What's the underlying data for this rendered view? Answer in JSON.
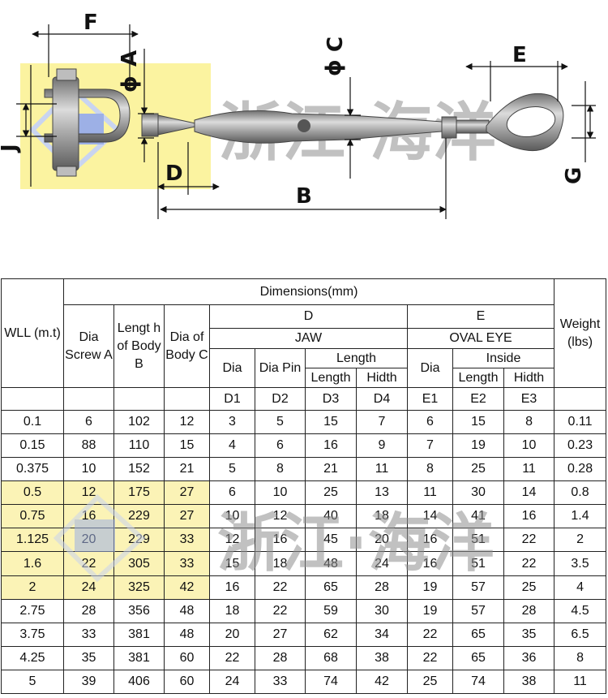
{
  "diagram": {
    "labels": {
      "F": "F",
      "A": "A",
      "C": "C",
      "E": "E",
      "J": "J",
      "D": "D",
      "B": "B",
      "G": "G",
      "phi": "ϕ"
    },
    "watermark": "浙江·海洋",
    "logo_color": "#fbf3a0"
  },
  "table": {
    "headers": {
      "wll": "WLL (m.t)",
      "dimensions": "Dimensions(mm)",
      "dia_screw": "Dia Screw A",
      "length_body": "Lengt h of Body B",
      "dia_body": "Dia of Body C",
      "d": "D",
      "jaw": "JAW",
      "dia": "Dia",
      "dia_pin": "Dia Pin",
      "length": "Length",
      "length_sub": "Length",
      "hidth": "Hidth",
      "e": "E",
      "oval_eye": "OVAL EYE",
      "e_dia": "Dia",
      "inside": "Inside",
      "e_length": "Length",
      "e_hidth": "Hidth",
      "weight": "Weight (lbs)",
      "codes": [
        "D1",
        "D2",
        "D3",
        "D4",
        "E1",
        "E2",
        "E3"
      ]
    },
    "rows": [
      [
        "0.1",
        "6",
        "102",
        "12",
        "3",
        "5",
        "15",
        "7",
        "6",
        "15",
        "8",
        "0.11"
      ],
      [
        "0.15",
        "88",
        "110",
        "15",
        "4",
        "6",
        "16",
        "9",
        "7",
        "19",
        "10",
        "0.23"
      ],
      [
        "0.375",
        "10",
        "152",
        "21",
        "5",
        "8",
        "21",
        "11",
        "8",
        "25",
        "11",
        "0.28"
      ],
      [
        "0.5",
        "12",
        "175",
        "27",
        "6",
        "10",
        "25",
        "13",
        "11",
        "30",
        "14",
        "0.8"
      ],
      [
        "0.75",
        "16",
        "229",
        "27",
        "10",
        "12",
        "40",
        "18",
        "14",
        "41",
        "16",
        "1.4"
      ],
      [
        "1.125",
        "20",
        "229",
        "33",
        "12",
        "16",
        "45",
        "20",
        "16",
        "51",
        "22",
        "2"
      ],
      [
        "1.6",
        "22",
        "305",
        "33",
        "15",
        "18",
        "48",
        "24",
        "16",
        "51",
        "22",
        "3.5"
      ],
      [
        "2",
        "24",
        "325",
        "42",
        "16",
        "22",
        "65",
        "28",
        "19",
        "57",
        "25",
        "4"
      ],
      [
        "2.75",
        "28",
        "356",
        "48",
        "18",
        "22",
        "59",
        "30",
        "19",
        "57",
        "28",
        "4.5"
      ],
      [
        "3.75",
        "33",
        "381",
        "48",
        "20",
        "27",
        "62",
        "34",
        "22",
        "65",
        "35",
        "6.5"
      ],
      [
        "4.25",
        "35",
        "381",
        "60",
        "22",
        "28",
        "68",
        "38",
        "22",
        "65",
        "36",
        "8"
      ],
      [
        "5",
        "39",
        "406",
        "60",
        "24",
        "33",
        "74",
        "42",
        "25",
        "74",
        "38",
        "11"
      ]
    ],
    "highlight_color": "#fbf3b6"
  }
}
